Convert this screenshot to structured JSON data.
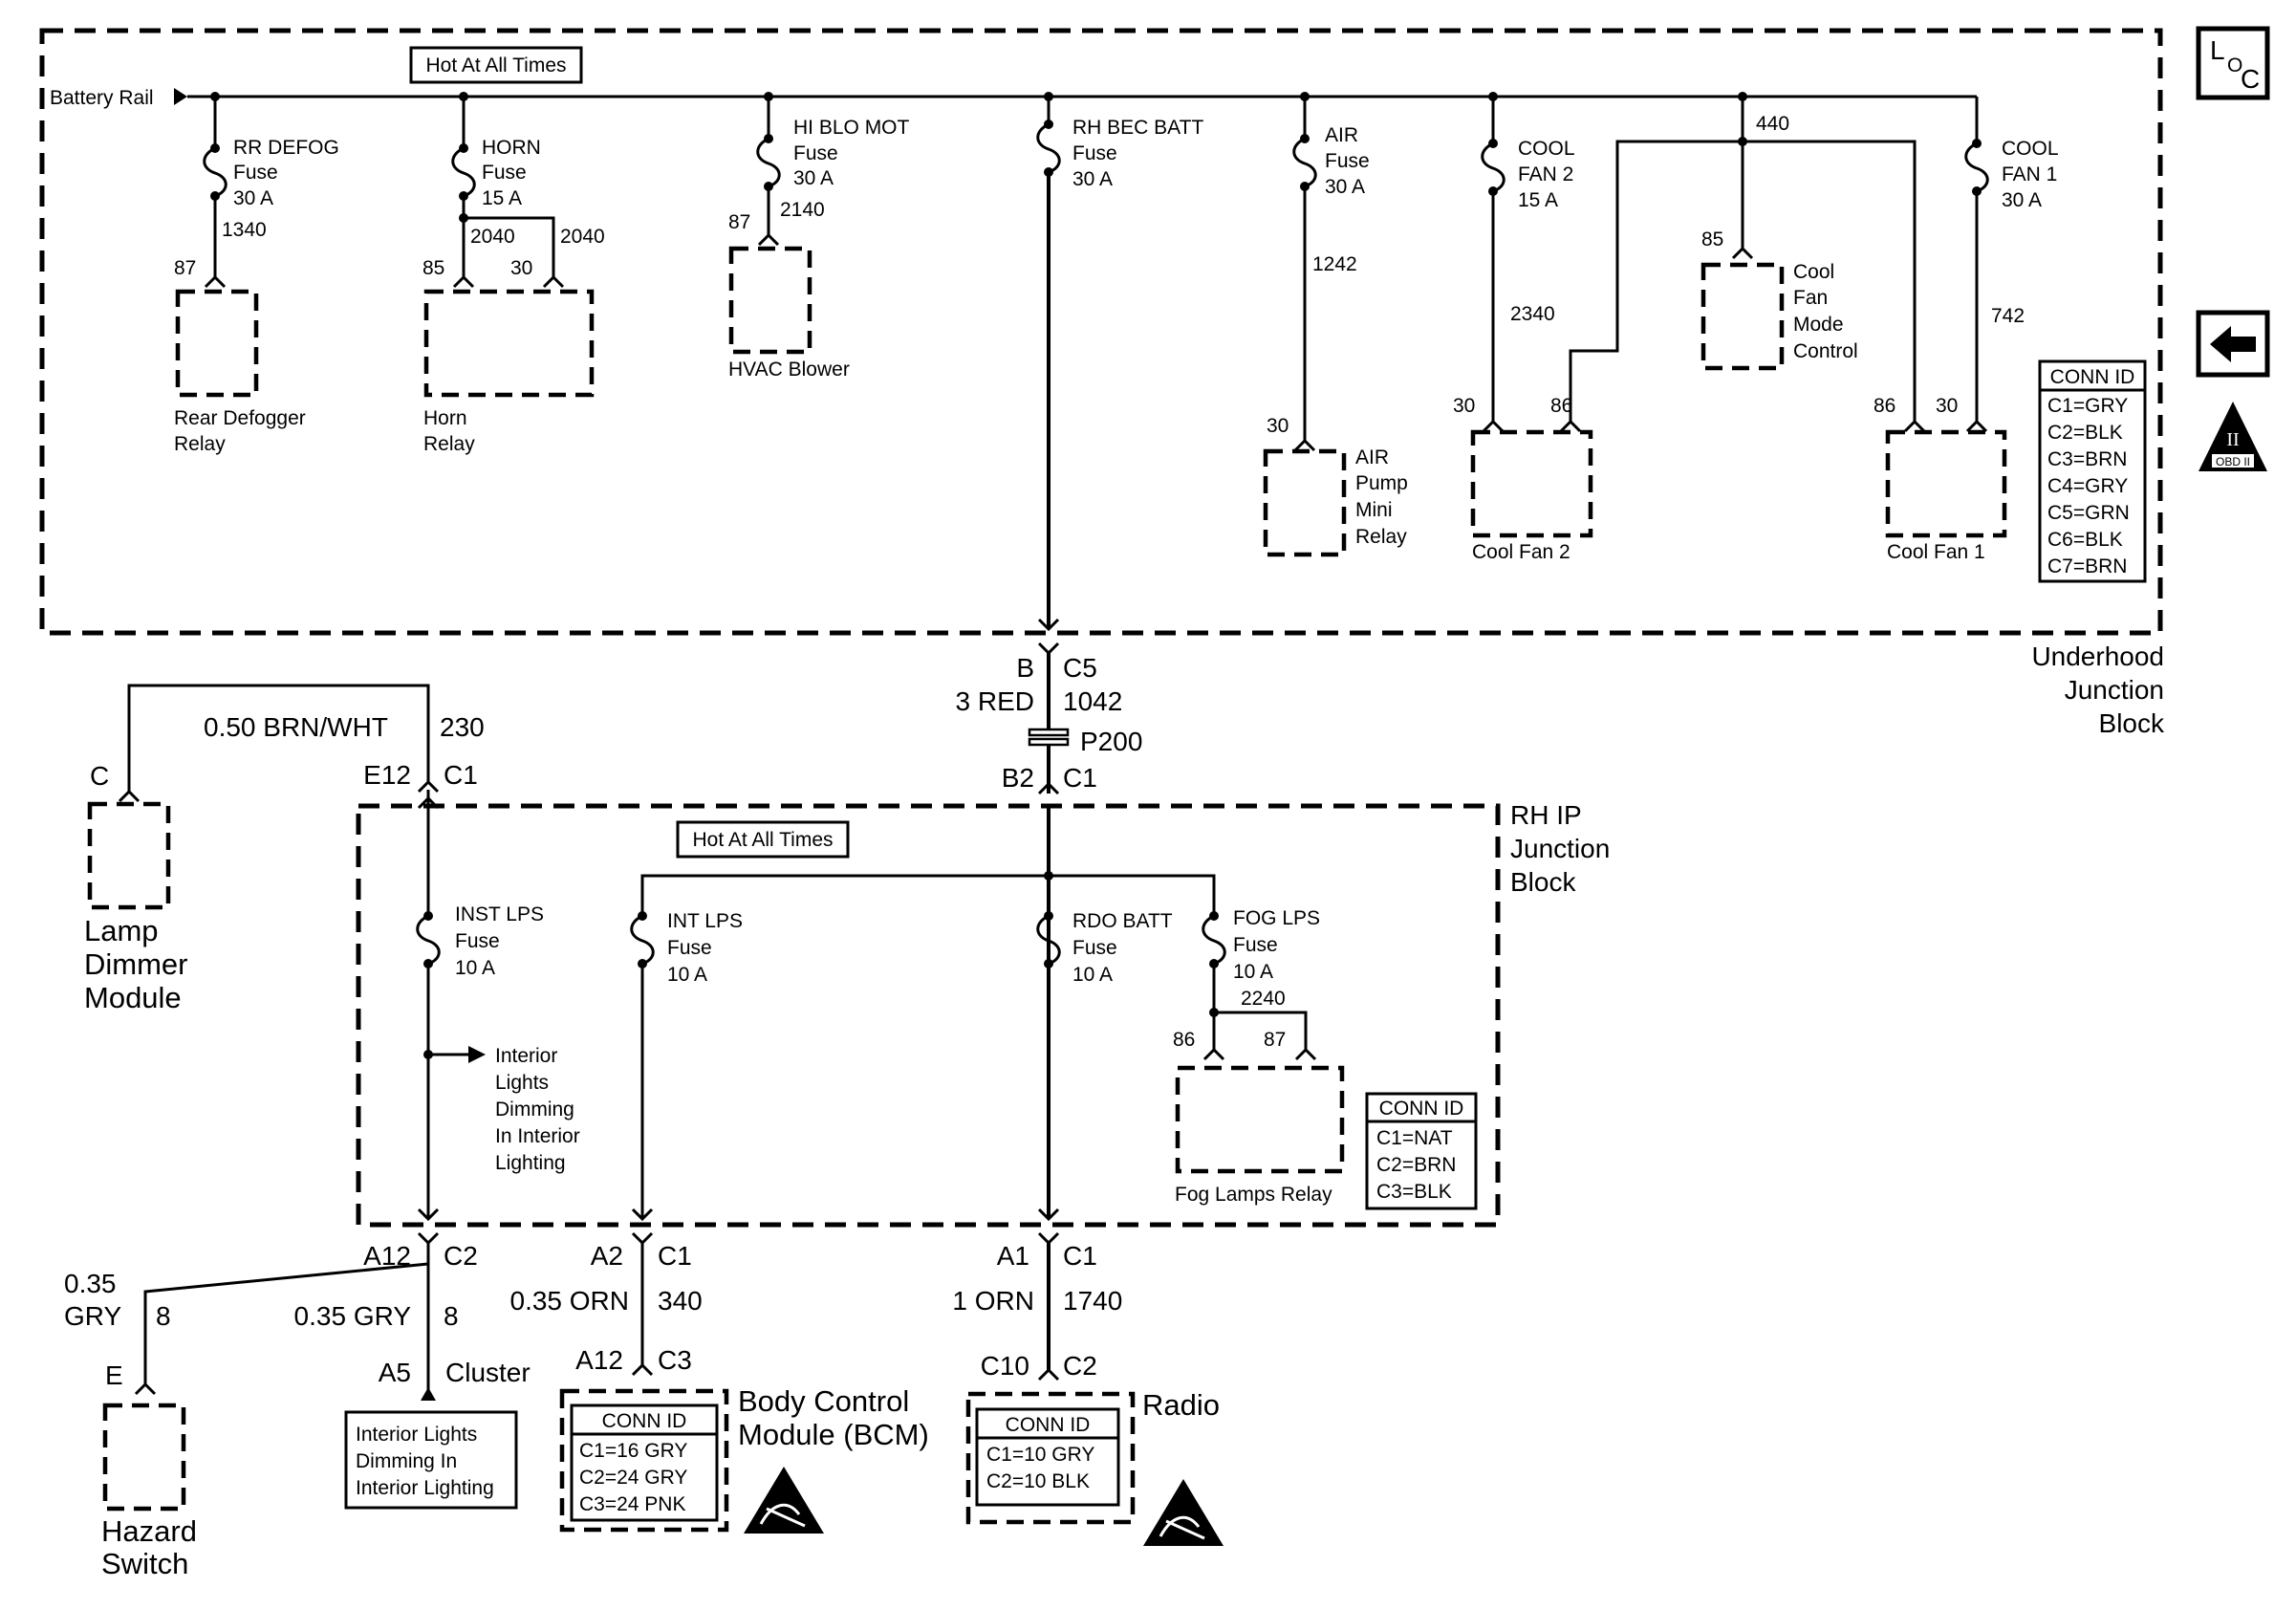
{
  "underhood": {
    "label_lines": [
      "Underhood",
      "Junction",
      "Block"
    ],
    "hot_label": "Hot At All Times",
    "battery_rail": "Battery Rail",
    "fuses": [
      {
        "lines": [
          "RR DEFOG",
          "Fuse",
          "30 A"
        ]
      },
      {
        "lines": [
          "HORN",
          "Fuse",
          "15 A"
        ]
      },
      {
        "lines": [
          "HI BLO MOT",
          "Fuse",
          "30 A"
        ]
      },
      {
        "lines": [
          "RH BEC BATT",
          "Fuse",
          "30 A"
        ]
      },
      {
        "lines": [
          "AIR",
          "Fuse",
          "30 A"
        ]
      },
      {
        "lines": [
          "COOL",
          "FAN 2",
          "15 A"
        ]
      },
      {
        "lines": [
          "COOL",
          "FAN 1",
          "30 A"
        ]
      }
    ],
    "relays": {
      "rear_defogger": [
        "Rear Defogger",
        "Relay"
      ],
      "horn": [
        "Horn",
        "Relay"
      ],
      "hvac": "HVAC Blower",
      "air_pump": [
        "AIR",
        "Pump",
        "Mini",
        "Relay"
      ],
      "cool_fan2": "Cool Fan 2",
      "cool_fan1": "Cool Fan 1",
      "cool_fan_mode": [
        "Cool",
        "Fan",
        "Mode",
        "Control"
      ]
    },
    "circuits": {
      "c1340": "1340",
      "c2040a": "2040",
      "c2040b": "2040",
      "c2140": "2140",
      "c1242": "1242",
      "c2340": "2340",
      "c742": "742",
      "c440": "440"
    },
    "pins": {
      "p87a": "87",
      "p85a": "85",
      "p30a": "30",
      "p87b": "87",
      "p30b": "30",
      "p30c": "30",
      "p86a": "86",
      "p85b": "85",
      "p86b": "86",
      "p30d": "30"
    },
    "conn_id": {
      "title": "CONN ID",
      "rows": [
        "C1=GRY",
        "C2=BLK",
        "C3=BRN",
        "C4=GRY",
        "C5=GRN",
        "C6=BLK",
        "C7=BRN"
      ]
    }
  },
  "side_icons": {
    "loc": [
      "L",
      "O",
      "C"
    ],
    "obd": "OBD II",
    "obd_roman": "II"
  },
  "link": {
    "b": "B",
    "c5": "C5",
    "wire": "3 RED",
    "circuit": "1042",
    "splice": "P200",
    "b2": "B2",
    "c1": "C1"
  },
  "rh_ip": {
    "label_lines": [
      "RH IP",
      "Junction",
      "Block"
    ],
    "hot_label": "Hot At All Times",
    "fuses": [
      {
        "lines": [
          "INST LPS",
          "Fuse",
          "10 A"
        ]
      },
      {
        "lines": [
          "INT LPS",
          "Fuse",
          "10 A"
        ]
      },
      {
        "lines": [
          "RDO BATT",
          "Fuse",
          "10 A"
        ]
      },
      {
        "lines": [
          "FOG LPS",
          "Fuse",
          "10 A"
        ]
      }
    ],
    "interior_note": [
      "Interior",
      "Lights",
      "Dimming",
      "In Interior",
      "Lighting"
    ],
    "fog_relay": "Fog Lamps Relay",
    "c2240": "2240",
    "p86": "86",
    "p87": "87",
    "conn_id": {
      "title": "CONN ID",
      "rows": [
        "C1=NAT",
        "C2=BRN",
        "C3=BLK"
      ]
    }
  },
  "lamp_dimmer": {
    "pin": "C",
    "label_lines": [
      "Lamp",
      "Dimmer",
      "Module"
    ],
    "wire": "0.50 BRN/WHT",
    "circuit": "230",
    "e12": "E12",
    "c1": "C1"
  },
  "lower": {
    "a12": "A12",
    "c2": "C2",
    "hz_wire1": "0.35",
    "hz_wire2": "GRY",
    "hz_circ": "8",
    "cl_wire": "0.35 GRY",
    "cl_circ": "8",
    "hazard_pin": "E",
    "hazard_label": [
      "Hazard",
      "Switch"
    ],
    "a5": "A5",
    "cluster": "Cluster",
    "cluster_box": [
      "Interior Lights",
      "Dimming In",
      "Interior Lighting"
    ],
    "a2": "A2",
    "c1a": "C1",
    "bcm_wire": "0.35 ORN",
    "bcm_circ": "340",
    "a12b": "A12",
    "c3": "C3",
    "bcm_label": [
      "Body Control",
      "Module (BCM)"
    ],
    "bcm_conn": {
      "title": "CONN ID",
      "rows": [
        "C1=16 GRY",
        "C2=24 GRY",
        "C3=24 PNK"
      ]
    },
    "a1": "A1",
    "c1b": "C1",
    "radio_wire": "1 ORN",
    "radio_circ": "1740",
    "c10": "C10",
    "c2b": "C2",
    "radio_label": "Radio",
    "radio_conn": {
      "title": "CONN ID",
      "rows": [
        "C1=10 GRY",
        "C2=10 BLK"
      ]
    }
  }
}
